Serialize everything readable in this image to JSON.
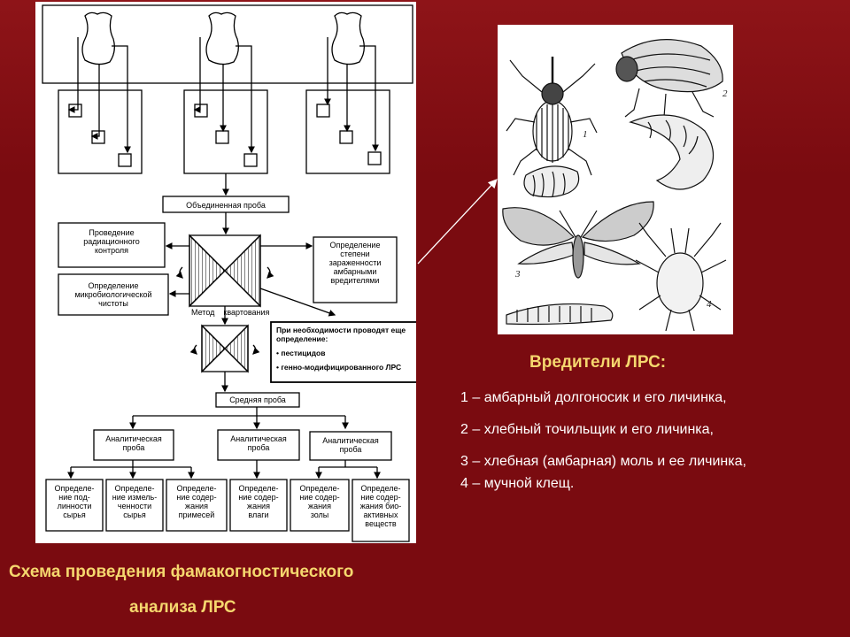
{
  "diagram": {
    "combined_sample": "Объединенная проба",
    "radiation_control": [
      "Проведение",
      "радиационного",
      "контроля"
    ],
    "microbiological": [
      "Определение",
      "микробиологической",
      "чистоты"
    ],
    "pest_infestation": [
      "Определение",
      "степени",
      "зараженности",
      "амбарными",
      "вредителями"
    ],
    "quartering_method": [
      "Метод",
      "квартования"
    ],
    "note_title": [
      "При необходимости проводят еще",
      "определение:"
    ],
    "note_items": [
      "• пестицидов",
      "• генно-модифицированного ЛРС"
    ],
    "average_sample": "Средняя проба",
    "analytical_sample": [
      "Аналитическая",
      "проба"
    ],
    "bottom_boxes": [
      [
        "Определе-",
        "ние под-",
        "линности",
        "сырья"
      ],
      [
        "Определе-",
        "ние измель-",
        "ченности",
        "сырья"
      ],
      [
        "Определе-",
        "ние содер-",
        "жания",
        "примесей"
      ],
      [
        "Определе-",
        "ние содер-",
        "жания",
        "влаги"
      ],
      [
        "Определе-",
        "ние содер-",
        "жания",
        "золы"
      ],
      [
        "Определе-",
        "ние содер-",
        "жания био-",
        "активных",
        "веществ"
      ]
    ]
  },
  "pests_figure": {
    "numbers": [
      "1",
      "2",
      "3",
      "4"
    ]
  },
  "pests_title": "Вредители ЛРС:",
  "pests_list": [
    "1 – амбарный долгоносик и его личинка,",
    "2 – хлебный точильщик и его личинка,",
    "3 – хлебная (амбарная) моль и ее личинка,",
    "4 – мучной клещ."
  ],
  "caption": [
    "Схема проведения фамакогностического",
    "анализа ЛРС"
  ],
  "colors": {
    "background": "#7a0b10",
    "accent_text": "#f5d76e",
    "body_text": "#ffffff"
  }
}
